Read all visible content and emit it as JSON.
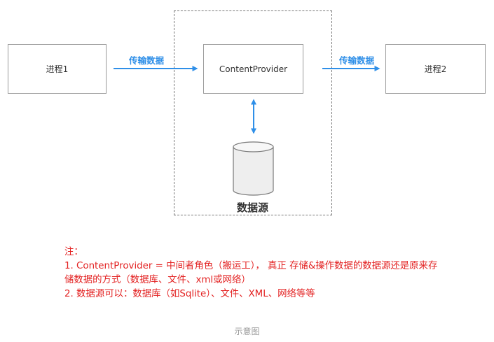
{
  "diagram": {
    "process1": "进程1",
    "process2": "进程2",
    "content_provider": "ContentProvider",
    "flow_label_left": "传输数据",
    "flow_label_right": "传输数据",
    "data_source": "数据源",
    "arrow_color": "#2f8fe8",
    "box_border_color": "#9a9a9a"
  },
  "note": {
    "heading": "注：",
    "line1": "1. ContentProvider = 中间者角色（搬运工）， 真正 存储&操作数据的数据源还是原来存",
    "line2": "储数据的方式（数据库、文件、xml或网络）",
    "line3": "2. 数据源可以：数据库（如Sqlite）、文件、XML、网络等等",
    "color": "#e32222"
  },
  "caption": "示意图"
}
